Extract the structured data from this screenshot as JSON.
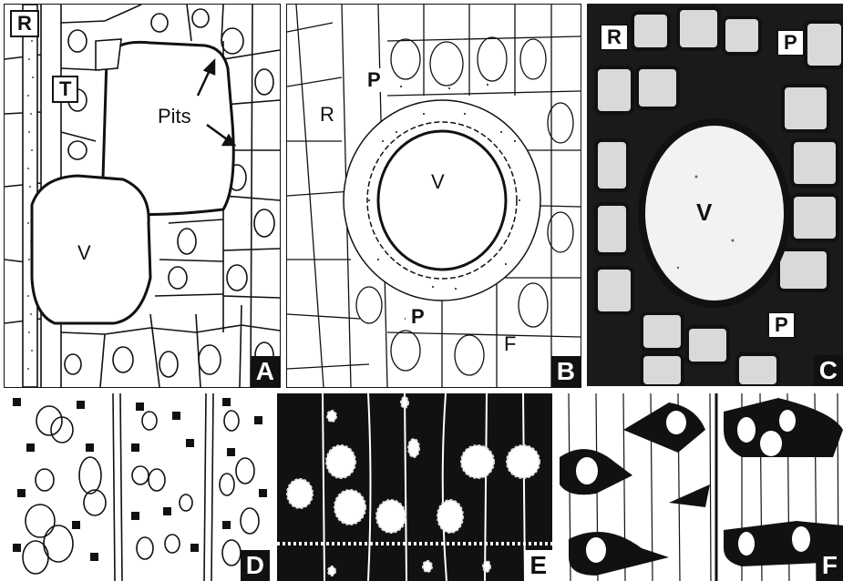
{
  "panels": {
    "A": {
      "corner": "A",
      "R": "R",
      "T": "T",
      "V": "V",
      "pits": "Pits"
    },
    "B": {
      "corner": "B",
      "R": "R",
      "P_top": "P",
      "V": "V",
      "P_bottom": "P",
      "F": "F"
    },
    "C": {
      "corner": "C",
      "R": "R",
      "P_top": "P",
      "V": "V",
      "P_bottom": "P"
    },
    "D": {
      "corner": "D"
    },
    "E": {
      "corner": "E"
    },
    "F": {
      "corner": "F"
    }
  },
  "colors": {
    "ink": "#111111",
    "paper": "#ffffff",
    "photo_bg": "#1a1a1a",
    "photo_cell": "#d9d9d9"
  }
}
